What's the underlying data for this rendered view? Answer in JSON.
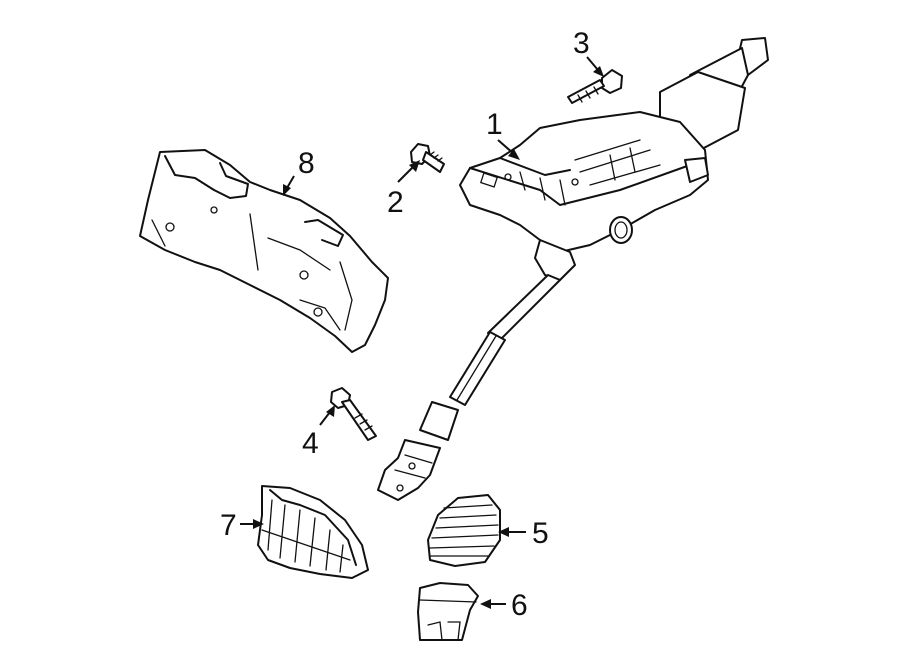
{
  "diagram": {
    "callouts": [
      {
        "id": "1",
        "text": "1"
      },
      {
        "id": "2",
        "text": "2"
      },
      {
        "id": "3",
        "text": "3"
      },
      {
        "id": "4",
        "text": "4"
      },
      {
        "id": "5",
        "text": "5"
      },
      {
        "id": "6",
        "text": "6"
      },
      {
        "id": "7",
        "text": "7"
      },
      {
        "id": "8",
        "text": "8"
      }
    ],
    "colors": {
      "line": "#111111",
      "background": "#ffffff"
    }
  }
}
